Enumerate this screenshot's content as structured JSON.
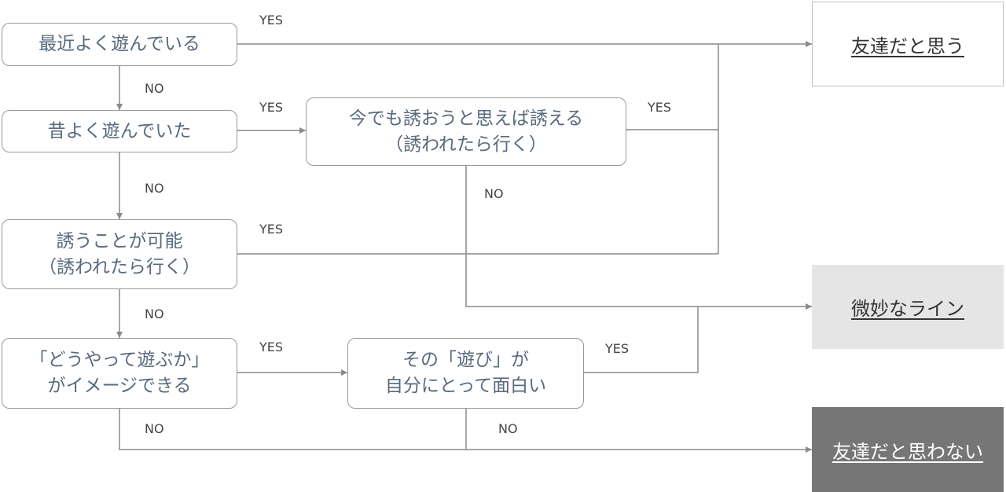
{
  "questions": {
    "q1": "最近よく遊んでいる",
    "q2": "昔よく遊んでいた",
    "q3": "今でも誘おうと思えば誘える\n（誘われたら行く）",
    "q4": "誘うことが可能\n（誘われたら行く）",
    "q5": "「どうやって遊ぶか」\nがイメージできる",
    "q6": "その「遊び」が\n自分にとって面白い"
  },
  "results": {
    "friend": "友達だと思う",
    "borderline": "微妙なライン",
    "not_friend": "友達だと思わない"
  },
  "labels": {
    "yes": "YES",
    "no": "NO"
  },
  "colors": {
    "node_text": "#596a7e",
    "line": "#8a8a8a",
    "borderline_bg": "#e5e5e5",
    "not_friend_bg": "#767676"
  }
}
